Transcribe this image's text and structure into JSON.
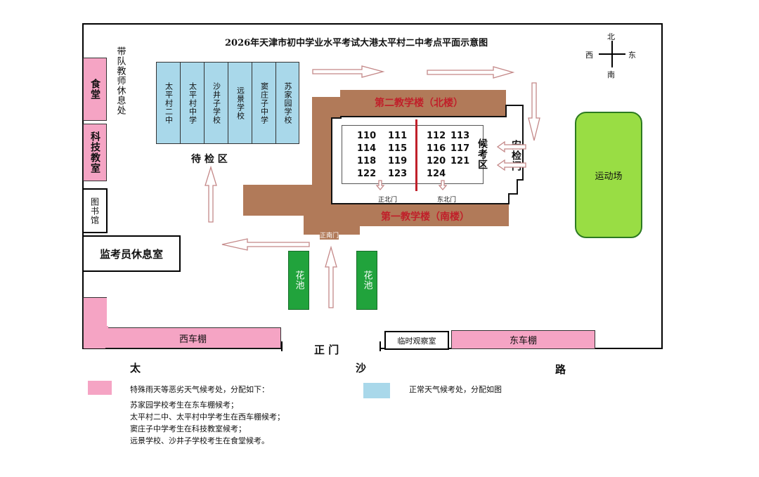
{
  "title": "2026年天津市初中学业水平考试大港太平村二中考点平面示意图",
  "compass": {
    "north": "北",
    "south": "南",
    "west": "西",
    "east": "东"
  },
  "buildings": {
    "canteen": "食堂",
    "teacher_rest": "带队教师休息处",
    "tech_classroom": "科技教室",
    "library": "图书馆",
    "proctor_rest": "监考员休息室",
    "north_building": "第二教学楼（北楼）",
    "south_building": "第一教学楼（南楼）",
    "sports_field": "运动场",
    "west_shed": "西车棚",
    "east_shed": "东车棚",
    "temp_observation": "临时观察室",
    "main_gate": "正 门",
    "waiting_area": "候考区",
    "security_gate": "安检门",
    "check_area": "待 检 区",
    "flower_bed_left": "花池",
    "flower_bed_right": "花池"
  },
  "doors": {
    "north_main": "正北门",
    "north_east": "东北门",
    "south_main": "正南门"
  },
  "schools": [
    "太平村二中",
    "太平村中学",
    "沙井子学校",
    "远景学校",
    "窦庄子中学",
    "苏家园学校"
  ],
  "rooms": {
    "left": [
      [
        "110",
        "111"
      ],
      [
        "114",
        "115"
      ],
      [
        "118",
        "119"
      ],
      [
        "122",
        "123"
      ]
    ],
    "right": [
      [
        "112",
        "113"
      ],
      [
        "116",
        "117"
      ],
      [
        "120",
        "121"
      ],
      [
        "124",
        ""
      ]
    ]
  },
  "road": {
    "left": "太",
    "mid": "沙",
    "right": "路"
  },
  "legend": {
    "pink_label": "特殊雨天等恶劣天气候考处，分配如下：",
    "blue_label": "正常天气候考处，分配如图",
    "notes": [
      "苏家园学校考生在东车棚候考；",
      "太平村二中、太平村中学考生在西车棚候考；",
      "窦庄子中学考生在科技教室候考；",
      "远景学校、沙井子学校考生在食堂候考。"
    ]
  },
  "colors": {
    "pink": "#f5a4c4",
    "blue": "#a9d8ea",
    "green": "#21a33c",
    "lime": "#99dd44",
    "brown": "#b17a59",
    "red_text": "#c0202a"
  }
}
